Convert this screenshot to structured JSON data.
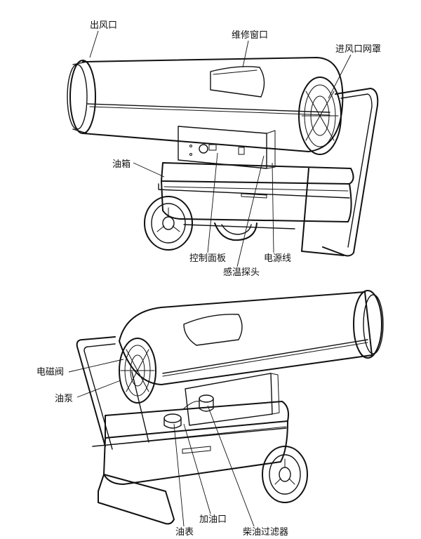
{
  "top_view": {
    "labels": {
      "air_outlet": "出风口",
      "service_window": "维修窗口",
      "intake_grille": "进风口网罩",
      "fuel_tank": "油箱",
      "control_panel": "控制面板",
      "power_cord": "电源线",
      "temp_sensor": "感温探头"
    }
  },
  "bottom_view": {
    "labels": {
      "solenoid_valve": "电磁阀",
      "oil_pump": "油泵",
      "fuel_gauge": "油表",
      "filler_cap": "加油口",
      "diesel_filter": "柴油过滤器"
    }
  }
}
